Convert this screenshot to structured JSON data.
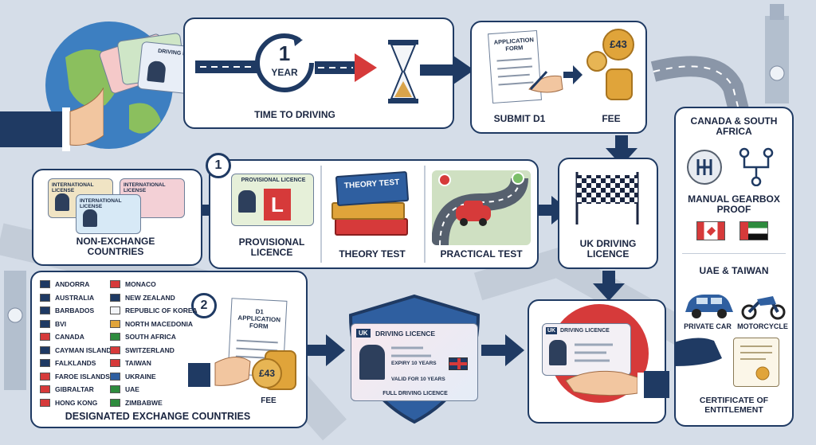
{
  "top": {
    "year_number": "1",
    "year_word": "YEAR",
    "time_to_driving": "TIME TO DRIVING",
    "application_form": "APPLICATION FORM",
    "submit_d1": "SUBMIT D1",
    "fee_amount": "£43",
    "fee_label": "FEE",
    "license_card_text": "DRIVING LICENSE"
  },
  "non_exchange": {
    "label": "NON-EXCHANGE COUNTRIES",
    "card_text": "INTERNATIONAL LICENSE"
  },
  "route1": {
    "step": "1",
    "provisional_card": "PROVISIONAL LICENCE",
    "provisional_label": "PROVISIONAL LICENCE",
    "theory_book": "THEORY TEST",
    "theory_label": "THEORY TEST",
    "practical_label": "PRACTICAL TEST"
  },
  "uk_licence_box": {
    "label": "UK DRIVING LICENCE"
  },
  "exceptions": {
    "heading1": "CANADA & SOUTH AFRICA",
    "manual": "MANUAL GEARBOX PROOF",
    "heading2": "UAE & TAIWAN",
    "car": "PRIVATE CAR",
    "motorcycle": "MOTORCYCLE",
    "certificate": "CERTIFICATE OF ENTITLEMENT"
  },
  "exchange": {
    "step": "2",
    "label": "DESIGNATED EXCHANGE COUNTRIES",
    "col1": [
      "ANDORRA",
      "AUSTRALIA",
      "BARBADOS",
      "BVI",
      "CANADA",
      "CAYMAN ISLANDS",
      "FALKLANDS",
      "FAROE ISLANDS",
      "GIBRALTAR",
      "HONG KONG"
    ],
    "col2": [
      "MONACO",
      "NEW ZEALAND",
      "REPUBLIC OF KOREA",
      "NORTH MACEDONIA",
      "SOUTH AFRICA",
      "SWITZERLAND",
      "TAIWAN",
      "UKRAINE",
      "UAE",
      "ZIMBABWE"
    ],
    "d1_form": "D1 APPLICATION FORM",
    "fee_amount": "£43",
    "fee_label": "FEE"
  },
  "full_licence": {
    "uk": "UK",
    "title": "DRIVING LICENCE",
    "expiry": "EXPIRY 10 YEARS",
    "valid": "VALID FOR 10 YEARS",
    "caption": "FULL DRIVING LICENCE"
  },
  "final_licence": {
    "uk": "UK",
    "title": "DRIVING LICENCE"
  },
  "colors": {
    "navy": "#1f3a63",
    "red": "#d63a3a",
    "gold": "#e0a43a",
    "green": "#7cbf6a",
    "background": "#d5dde8"
  }
}
